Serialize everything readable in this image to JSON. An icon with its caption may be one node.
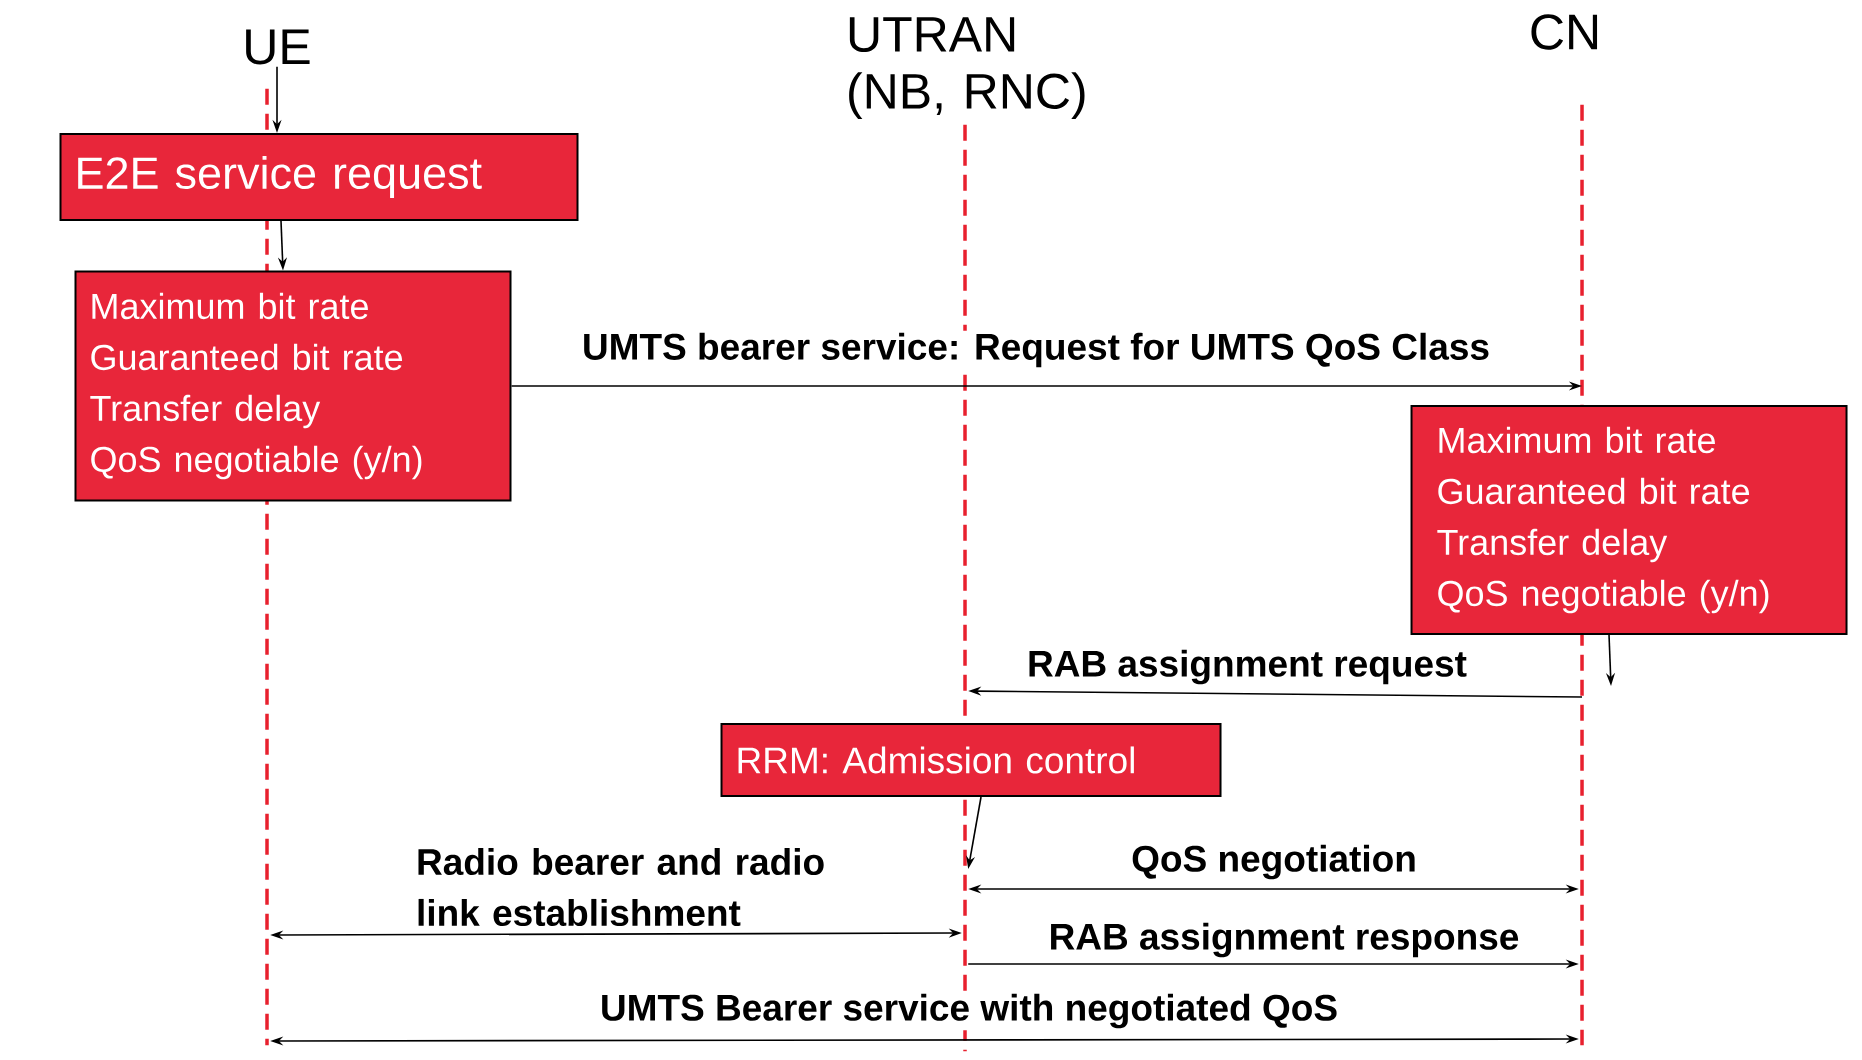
{
  "diagram": {
    "nodes": [
      {
        "text": [
          "UE"
        ]
      },
      {
        "text": [
          "UTRAN (NB, RNC)"
        ]
      },
      {
        "text": [
          "CN"
        ]
      },
      {
        "text": [],
        "shape": "line"
      },
      {
        "text": [],
        "shape": "line"
      },
      {
        "text": [],
        "shape": "line"
      },
      {
        "text": [
          "E2E service request"
        ]
      },
      {
        "text": [
          "Maximum bit rate",
          "Guaranteed bit rate",
          "Transfer delay",
          "QoS negotiable (y/n)"
        ]
      },
      {
        "text": [
          "Maximum bit rate",
          "Guaranteed bit rate",
          "Transfer delay",
          "QoS negotiable (y/n)"
        ]
      },
      {
        "text": [
          "RRM: Admission control"
        ]
      }
    ],
    "edges": [
      {
        "from": 0,
        "to": 6,
        "arrow": "to"
      },
      {
        "from": 6,
        "to": 7,
        "arrow": "to"
      },
      {
        "from": 7,
        "to": 5,
        "arrow": "to",
        "label": "UMTS bearer service: Request for UMTS QoS Class"
      },
      {
        "from": 8,
        "to": null,
        "arrow": "to"
      },
      {
        "from": 5,
        "to": 4,
        "arrow": "to",
        "label": "RAB assignment request"
      },
      {
        "from": 9,
        "to": 4,
        "arrow": "to"
      },
      {
        "from": 4,
        "to": 5,
        "arrow": "both",
        "label": "QoS negotiation"
      },
      {
        "from": 3,
        "to": 4,
        "arrow": "both",
        "label": "Radio bearer and radio link establishment"
      },
      {
        "from": 4,
        "to": 5,
        "arrow": "to",
        "label": "RAB assignment response"
      },
      {
        "from": 3,
        "to": 5,
        "arrow": "both",
        "label": "UMTS Bearer service with negotiated QoS"
      }
    ]
  }
}
